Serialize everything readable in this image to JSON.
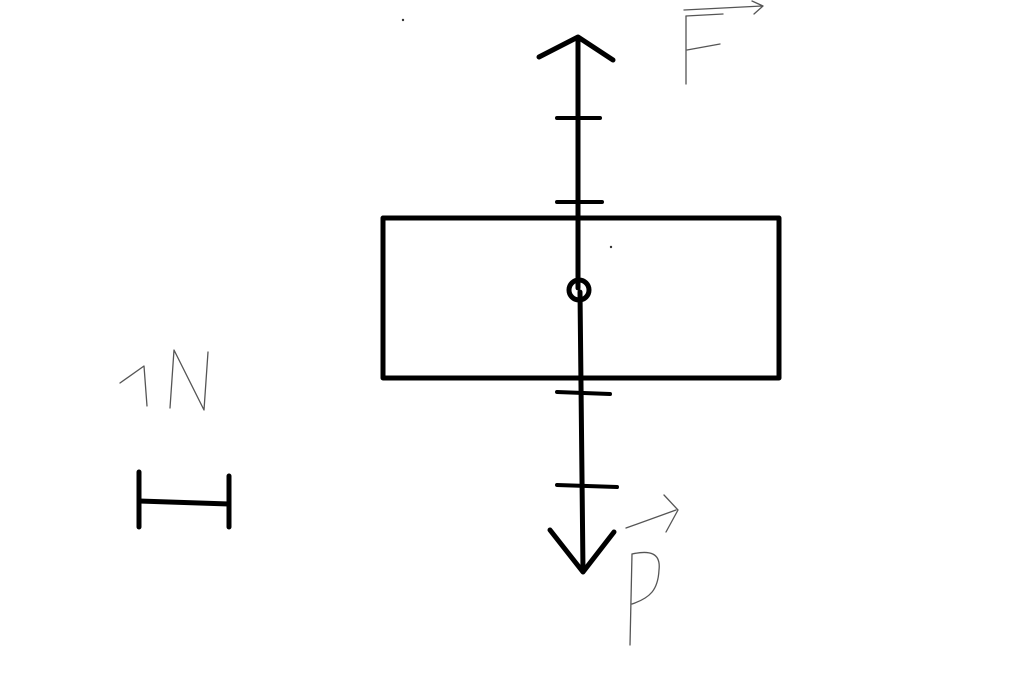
{
  "diagram": {
    "force_up_label": "F",
    "force_down_label": "P",
    "scale_label": "1N",
    "force_up_newtons": 3,
    "force_down_newtons": 3,
    "scale_newtons": 1
  }
}
